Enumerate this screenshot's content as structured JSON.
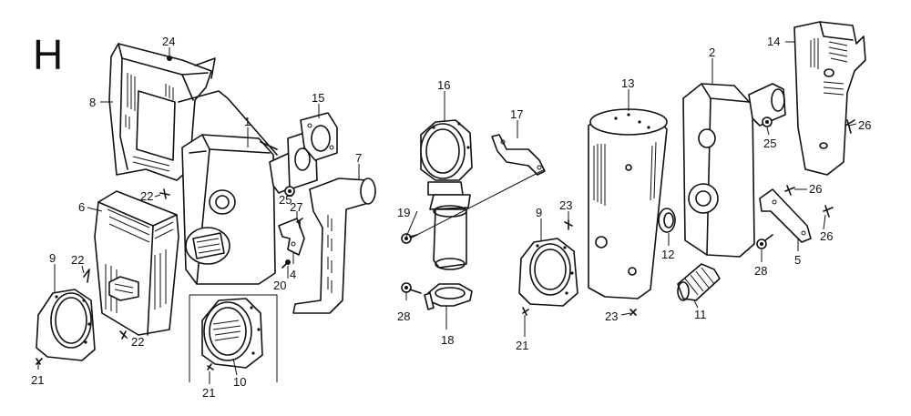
{
  "section_letter": "H",
  "callouts": [
    {
      "id": "c24",
      "label": "24"
    },
    {
      "id": "c8",
      "label": "8"
    },
    {
      "id": "c1",
      "label": "1"
    },
    {
      "id": "c15",
      "label": "15"
    },
    {
      "id": "c7",
      "label": "7"
    },
    {
      "id": "c22a",
      "label": "22"
    },
    {
      "id": "c6",
      "label": "6"
    },
    {
      "id": "c25a",
      "label": "25"
    },
    {
      "id": "c27",
      "label": "27"
    },
    {
      "id": "c4",
      "label": "4"
    },
    {
      "id": "c20",
      "label": "20"
    },
    {
      "id": "c9a",
      "label": "9"
    },
    {
      "id": "c22b",
      "label": "22"
    },
    {
      "id": "c22c",
      "label": "22"
    },
    {
      "id": "c21a",
      "label": "21"
    },
    {
      "id": "c21b",
      "label": "21"
    },
    {
      "id": "c10",
      "label": "10"
    },
    {
      "id": "c16",
      "label": "16"
    },
    {
      "id": "c17",
      "label": "17"
    },
    {
      "id": "c19",
      "label": "19"
    },
    {
      "id": "c28a",
      "label": "28"
    },
    {
      "id": "c18",
      "label": "18"
    },
    {
      "id": "c13",
      "label": "13"
    },
    {
      "id": "c9b",
      "label": "9"
    },
    {
      "id": "c23a",
      "label": "23"
    },
    {
      "id": "c23b",
      "label": "23"
    },
    {
      "id": "c21c",
      "label": "21"
    },
    {
      "id": "c12",
      "label": "12"
    },
    {
      "id": "c11",
      "label": "11"
    },
    {
      "id": "c2",
      "label": "2"
    },
    {
      "id": "c25b",
      "label": "25"
    },
    {
      "id": "c14",
      "label": "14"
    },
    {
      "id": "c26a",
      "label": "26"
    },
    {
      "id": "c26b",
      "label": "26"
    },
    {
      "id": "c26c",
      "label": "26"
    },
    {
      "id": "c28b",
      "label": "28"
    },
    {
      "id": "c5",
      "label": "5"
    }
  ]
}
